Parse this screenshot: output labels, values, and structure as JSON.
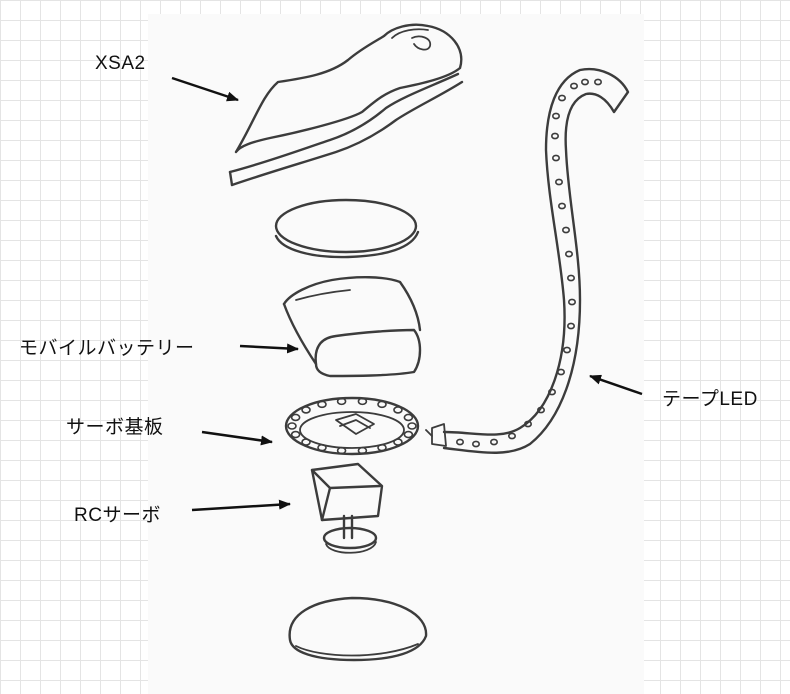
{
  "labels": {
    "xsa2": "XSA2",
    "mobile_battery": "モバイルバッテリー",
    "servo_board": "サーボ基板",
    "rc_servo": "RCサーボ",
    "tape_led": "テープLED"
  }
}
